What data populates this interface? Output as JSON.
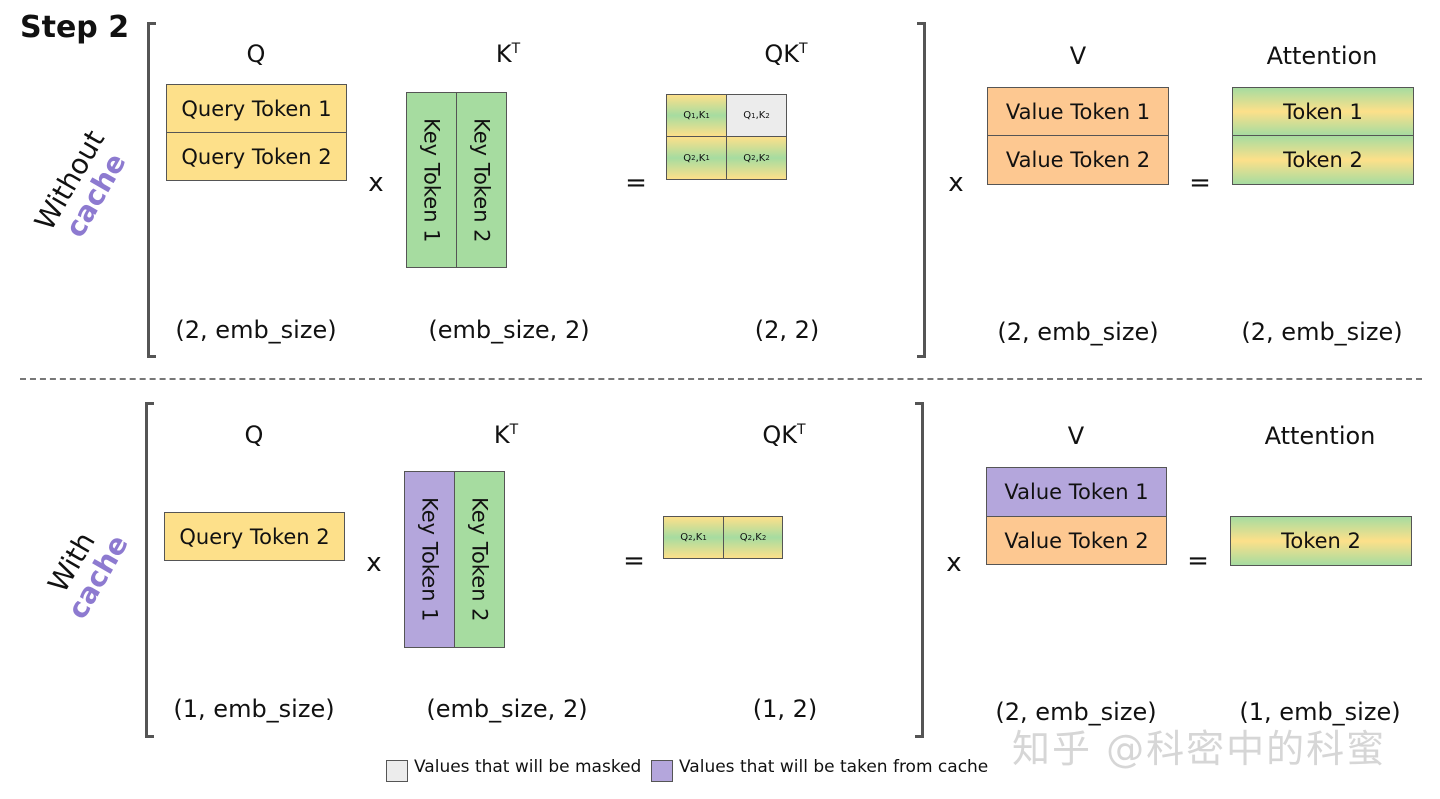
{
  "title": "Step 2",
  "top": {
    "side_label_1": "Without",
    "side_label_2": "cache",
    "headers": {
      "q": "Q",
      "kt": "K",
      "kt_sup": "T",
      "qkt": "QK",
      "qkt_sup": "T",
      "v": "V",
      "attention": "Attention"
    },
    "q_cells": [
      "Query Token 1",
      "Query Token 2"
    ],
    "k_cells": [
      "Key Token 1",
      "Key Token 2"
    ],
    "qk_cells": [
      {
        "q": "1",
        "k": "1"
      },
      {
        "q": "1",
        "k": "2"
      },
      {
        "q": "2",
        "k": "1"
      },
      {
        "q": "2",
        "k": "2"
      }
    ],
    "v_cells": [
      "Value Token 1",
      "Value Token 2"
    ],
    "attention_cells": [
      "Token 1",
      "Token 2"
    ],
    "ops": {
      "times1": "x",
      "eq1": "=",
      "times2": "x",
      "eq2": "="
    },
    "shapes": {
      "q": "(2, emb_size)",
      "kt": "(emb_size, 2)",
      "qkt": "(2, 2)",
      "v": "(2, emb_size)",
      "attention": "(2, emb_size)"
    }
  },
  "bottom": {
    "side_label_1": "With",
    "side_label_2": "cache",
    "headers": {
      "q": "Q",
      "kt": "K",
      "kt_sup": "T",
      "qkt": "QK",
      "qkt_sup": "T",
      "v": "V",
      "attention": "Attention"
    },
    "q_cells": [
      "Query Token 2"
    ],
    "k_cells": [
      "Key Token 1",
      "Key Token 2"
    ],
    "qk_cells": [
      {
        "q": "2",
        "k": "1"
      },
      {
        "q": "2",
        "k": "2"
      }
    ],
    "v_cells": [
      "Value Token 1",
      "Value Token 2"
    ],
    "attention_cells": [
      "Token 2"
    ],
    "ops": {
      "times1": "x",
      "eq1": "=",
      "times2": "x",
      "eq2": "="
    },
    "shapes": {
      "q": "(1, emb_size)",
      "kt": "(emb_size, 2)",
      "qkt": "(1, 2)",
      "v": "(2, emb_size)",
      "attention": "(1, emb_size)"
    }
  },
  "legend": {
    "masked": "Values that will be masked",
    "cached": "Values that will be taken from cache"
  },
  "colors": {
    "query": "#fde08a",
    "key": "#a6dca0",
    "value": "#fdc891",
    "cached": "#b4a6dc",
    "masked": "#ececec",
    "cache_text": "#8d7ad0"
  },
  "watermark": "知乎 @科密中的科蜜"
}
